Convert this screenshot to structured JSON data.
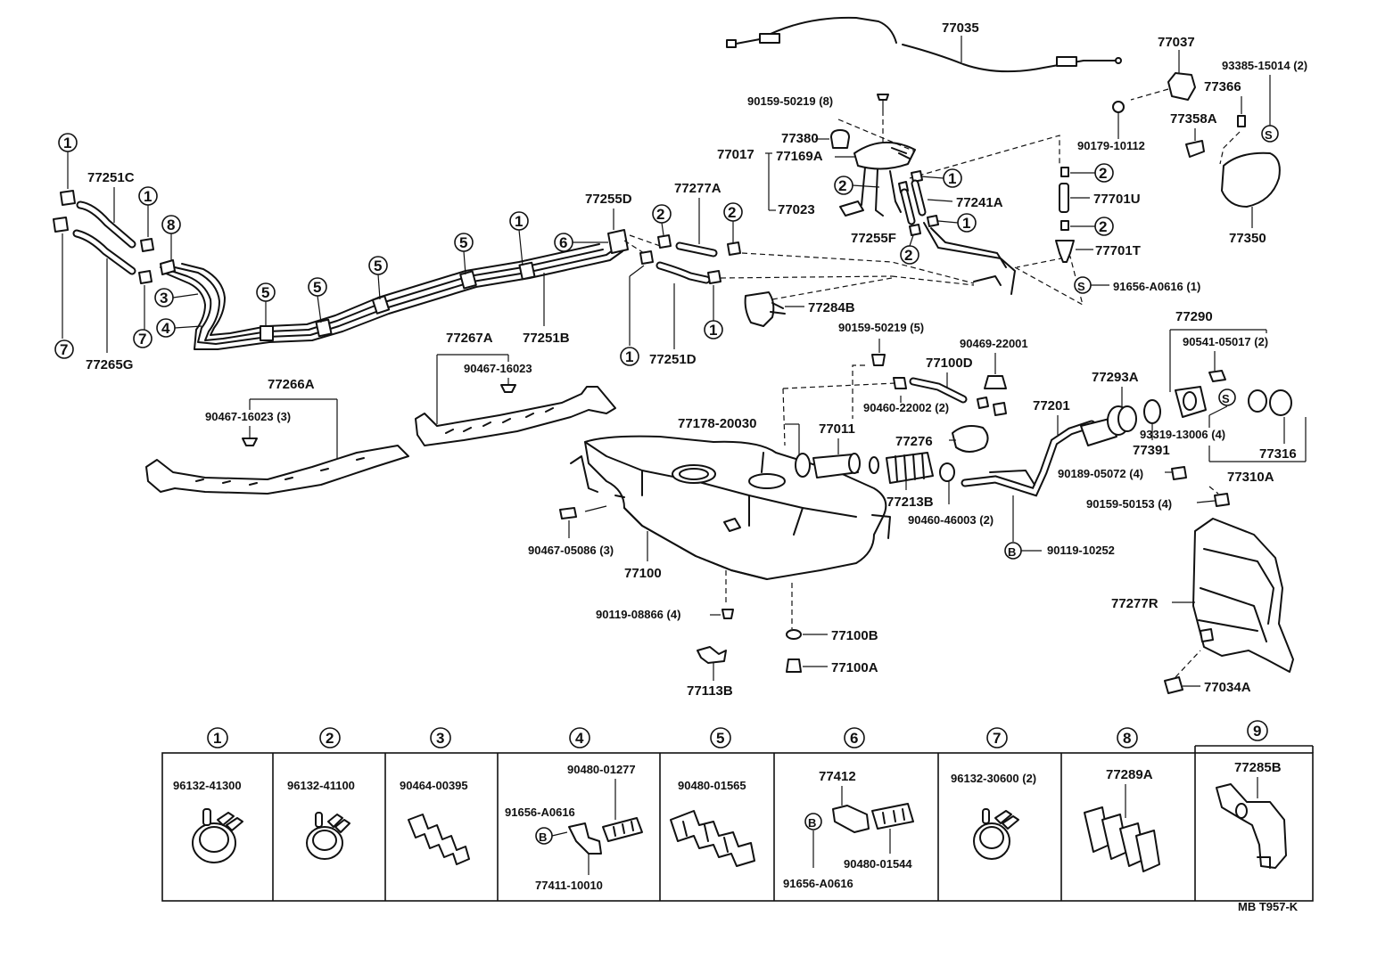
{
  "labels": {
    "l77035": "77035",
    "l77037": "77037",
    "l93385": "93385-15014 (2)",
    "l77366": "77366",
    "l77358A": "77358A",
    "l90179": "90179-10112",
    "l77350": "77350",
    "l90159a": "90159-50219 (8)",
    "l77380": "77380",
    "l77017": "77017",
    "l77169A": "77169A",
    "l77023": "77023",
    "l77241A": "77241A",
    "l77255F": "77255F",
    "l77701U": "77701U",
    "l77701T": "77701T",
    "l91656a": "91656-A0616 (1)",
    "l77284B": "77284B",
    "l77251C": "77251C",
    "l77265G": "77265G",
    "l77255D": "77255D",
    "l77277A": "77277A",
    "l77251B": "77251B",
    "l77251D": "77251D",
    "l77267A": "77267A",
    "l90467a": "90467-16023",
    "l77266A": "77266A",
    "l90467b": "90467-16023 (3)",
    "l90159b": "90159-50219 (5)",
    "l90469": "90469-22001",
    "l77100D": "77100D",
    "l90460a": "90460-22002 (2)",
    "l77178": "77178-20030",
    "l77011": "77011",
    "l77276": "77276",
    "l77201": "77201",
    "l77213B": "77213B",
    "l90460b": "90460-46003 (2)",
    "l90119a": "90119-10252",
    "l77290": "77290",
    "l90541": "90541-05017 (2)",
    "l77293A": "77293A",
    "l93319": "93319-13006 (4)",
    "l77391": "77391",
    "l77316": "77316",
    "l90189": "90189-05072 (4)",
    "l77310A": "77310A",
    "l90159c": "90159-50153 (4)",
    "l90467c": "90467-05086 (3)",
    "l77100": "77100",
    "l90119b": "90119-08866 (4)",
    "l77113B": "77113B",
    "l77100B": "77100B",
    "l77100A": "77100A",
    "l77277R": "77277R",
    "l77034A": "77034A",
    "code": "MB T957-K"
  },
  "callouts": {
    "c1": "1",
    "c2": "2",
    "c3": "3",
    "c4": "4",
    "c5": "5",
    "c6": "6",
    "c7": "7",
    "c8": "8",
    "c9": "9",
    "s": "S",
    "b": "B"
  },
  "legend": {
    "numbers": [
      "1",
      "2",
      "3",
      "4",
      "5",
      "6",
      "7",
      "8",
      "9"
    ],
    "cells": [
      {
        "part": "96132-41300"
      },
      {
        "part": "96132-41100"
      },
      {
        "part": "90464-00395"
      },
      {
        "part_top": "90480-01277",
        "part_mid": "91656-A0616",
        "part_bot": "77411-10010"
      },
      {
        "part": "90480-01565"
      },
      {
        "part_top": "77412",
        "part_mid": "90480-01544",
        "part_bot": "91656-A0616"
      },
      {
        "part": "96132-30600 (2)"
      },
      {
        "part": "77289A"
      },
      {
        "part": "77285B"
      }
    ]
  }
}
